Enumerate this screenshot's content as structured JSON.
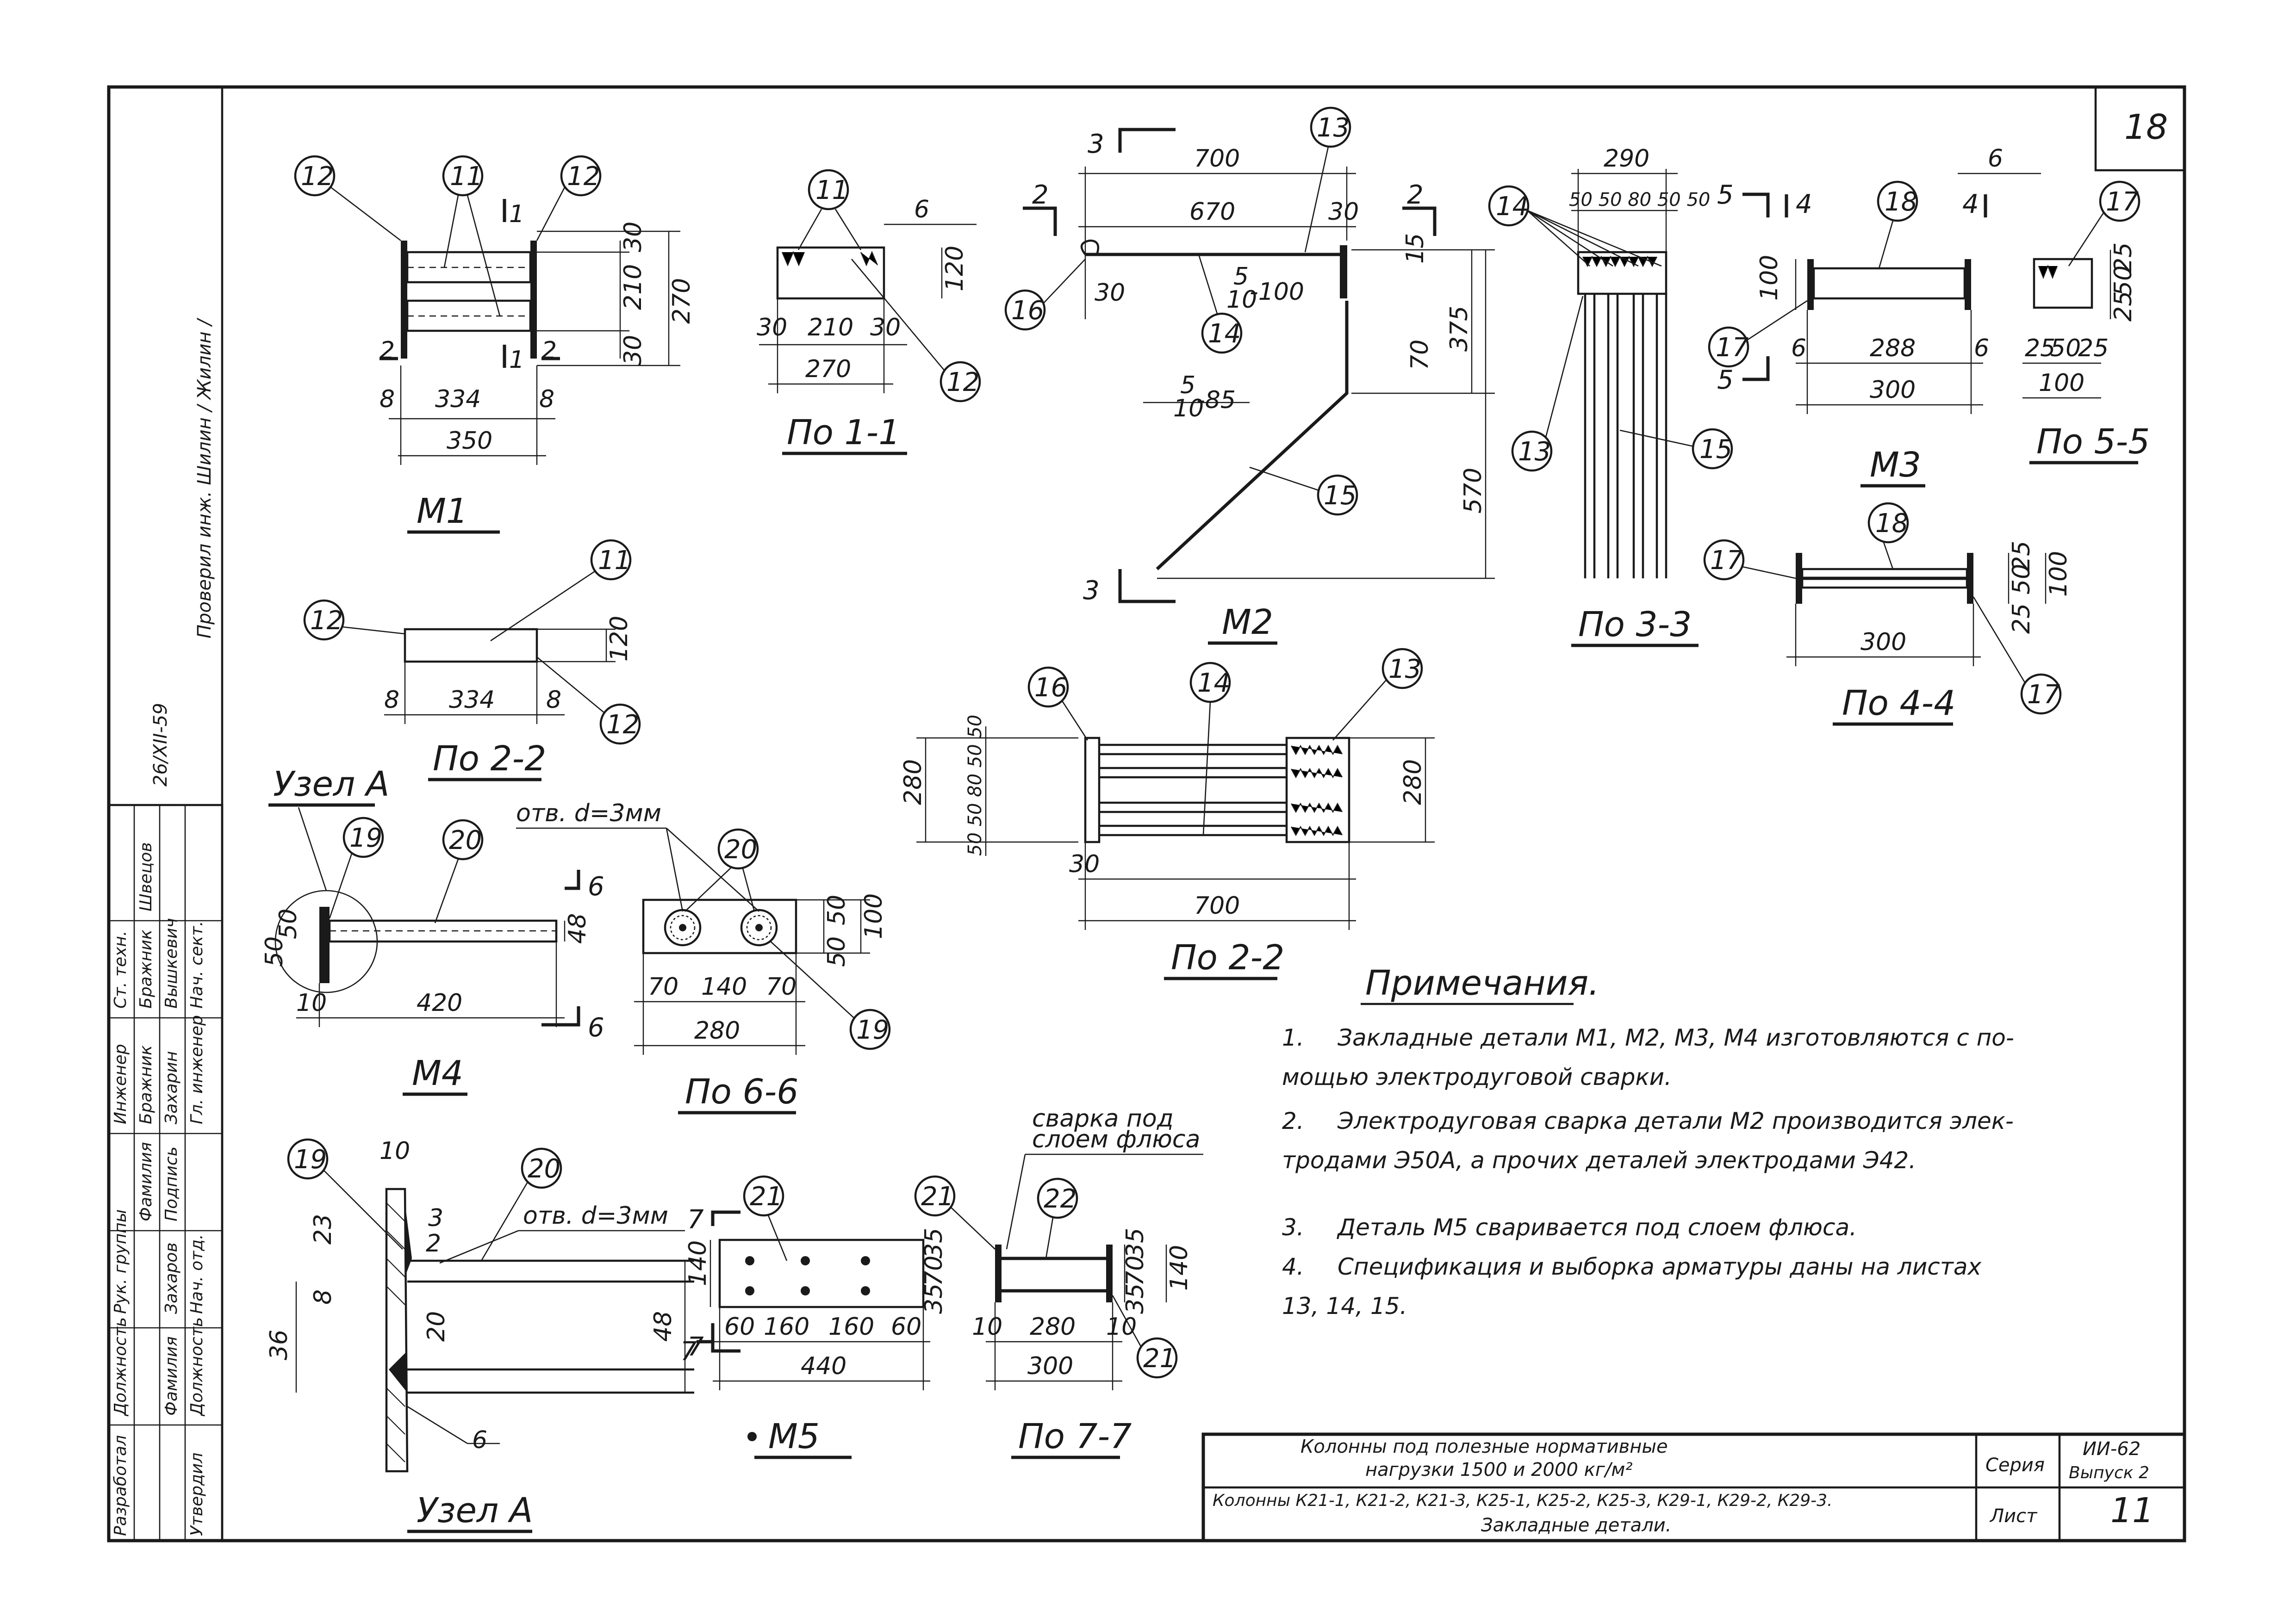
{
  "sheet": {
    "page_number": "18",
    "vertical_note": "Проверил инж. Шилин / Жилин /",
    "date_note": "26/XII-59"
  },
  "views": {
    "m1": {
      "title": "M1",
      "callouts": [
        "12",
        "11",
        "12"
      ],
      "section_marks": [
        "1",
        "1",
        "2",
        "2"
      ],
      "dims": {
        "top": "30",
        "mid": "210",
        "bot": "30",
        "total": "270",
        "left": "8",
        "center": "334",
        "right": "8",
        "overall": "350"
      }
    },
    "section_1_1": {
      "title": "По 1-1",
      "callouts": [
        "11",
        "12"
      ],
      "dims": {
        "six": "6",
        "height": "120",
        "left": "30",
        "mid": "210",
        "right": "30",
        "overall": "270"
      }
    },
    "section_2_2_m1": {
      "title": "По 2-2",
      "callouts": [
        "12",
        "11",
        "12"
      ],
      "dims": {
        "height": "120",
        "left": "8",
        "mid": "334",
        "right": "8"
      }
    },
    "m2": {
      "title": "M2",
      "callouts": [
        "13",
        "16",
        "14",
        "15"
      ],
      "section_marks": [
        "3",
        "3",
        "2",
        "2"
      ],
      "weld_a_top": "5",
      "weld_a_bot": "10",
      "weld_a_len": "-100",
      "weld_b_top": "5",
      "weld_b_bot": "10",
      "weld_b_len": "-85",
      "dims": {
        "overall": "700",
        "inner": "670",
        "end": "30",
        "left": "30",
        "d15": "15",
        "d70": "70",
        "d375": "375",
        "d570": "570"
      }
    },
    "section_3_3": {
      "title": "По 3-3",
      "callouts": [
        "14",
        "13",
        "15"
      ],
      "dims": {
        "overall": "290",
        "pitch": "50 50 80 50 50"
      }
    },
    "section_2_2_m2": {
      "title": "По 2-2",
      "callouts": [
        "16",
        "14",
        "13"
      ],
      "dims": {
        "left_a": "280",
        "stack": "50 50 80 50 50",
        "right": "280",
        "end": "30",
        "overall": "700"
      }
    },
    "m3": {
      "title": "M3",
      "callouts": [
        "18",
        "17"
      ],
      "section_marks": [
        "5",
        "4",
        "4",
        "5"
      ],
      "dims": {
        "height": "100",
        "left": "6",
        "mid": "288",
        "right": "6",
        "overall": "300"
      }
    },
    "section_5_5": {
      "title": "По 5-5",
      "callouts": [
        "17"
      ],
      "dims": {
        "six": "6",
        "a": "25",
        "b": "50",
        "c": "25",
        "overall": "100"
      }
    },
    "section_4_4": {
      "title": "По 4-4",
      "callouts": [
        "17",
        "18",
        "17"
      ],
      "dims": {
        "a": "25",
        "b": "50",
        "c": "25",
        "total": "100",
        "overall": "300"
      }
    },
    "m4": {
      "title": "M4",
      "node_label": "Узел А",
      "callouts": [
        "19",
        "20"
      ],
      "section_marks": [
        "6",
        "6"
      ],
      "dims": {
        "left": "50",
        "left2": "50",
        "height": "48",
        "end": "10",
        "overall": "420"
      }
    },
    "section_6_6": {
      "title": "По 6-6",
      "hole_note": "отв. d=3мм",
      "callouts": [
        "20",
        "19"
      ],
      "dims": {
        "a": "70",
        "b": "140",
        "c": "70",
        "overall": "280",
        "h1": "50",
        "h2": "50",
        "total": "100"
      }
    },
    "node_a": {
      "title": "Узел А",
      "callouts": [
        "19",
        "20"
      ],
      "hole_note": "отв. d=3мм",
      "section_mark": "7",
      "plate_label": "6",
      "dims": {
        "d10": "10",
        "d23": "23",
        "d3": "3",
        "d8": "8",
        "d20": "20",
        "d36": "36",
        "d48": "48",
        "d2": "2"
      }
    },
    "m5": {
      "title": "M5",
      "callouts": [
        "21"
      ],
      "section_mark": "7",
      "dims": {
        "a": "60",
        "b": "160",
        "c": "160",
        "d": "60",
        "overall": "440",
        "h": "140",
        "h1": "35",
        "h2": "70",
        "h3": "35"
      }
    },
    "section_7_7": {
      "title": "По 7-7",
      "weld_note_1": "сварка под",
      "weld_note_2": "слоем флюса",
      "callouts": [
        "21",
        "22",
        "21"
      ],
      "dims": {
        "left": "10",
        "mid": "280",
        "right": "10",
        "overall": "300",
        "h1": "35",
        "h2": "70",
        "h3": "35",
        "total": "140"
      }
    }
  },
  "notes": {
    "heading": "Примечания.",
    "items": [
      {
        "num": "1.",
        "line1": "Закладные детали M1, M2, M3, M4 изготовляются с по-",
        "line2": "мощью электродуговой сварки."
      },
      {
        "num": "2.",
        "line1": "Электродуговая сварка детали M2 производится элек-",
        "line2": "тродами Э50А, а прочих деталей электродами Э42."
      },
      {
        "num": "3.",
        "line1": "Деталь M5 сваривается под слоем флюса.",
        "line2": ""
      },
      {
        "num": "4.",
        "line1": "Спецификация и выборка арматуры даны на листах",
        "line2": "13, 14, 15."
      }
    ]
  },
  "stamp": {
    "title_1": "Колонны под полезные нормативные",
    "title_2": "нагрузки 1500 и 2000 кг/м²",
    "subtitle": "Колонны К21-1, К21-2, К21-3, К25-1, К25-2, К25-3, К29-1, К29-2, К29-3.",
    "drawing_name": "Закладные детали.",
    "series_label": "Серия",
    "series_value": "ИИ-62",
    "issue": "Выпуск 2",
    "sheet_label": "Лист",
    "sheet_value": "11"
  },
  "side_table": {
    "rows_top": [
      "Разработал",
      "Должность",
      "Рук. группы",
      "Инженер",
      "Ст. техн."
    ],
    "rows_mid": [
      "Фамилия",
      "Бражник",
      "Бражник",
      "Швецов"
    ],
    "rows_sig": [
      "Подпись"
    ],
    "rows_bottom": [
      "Утвердил",
      "Должность",
      "Нач. отд.",
      "Гл. инженер",
      "Нач. сект."
    ],
    "rows_names": [
      "Фамилия",
      "Захаров",
      "Захарин",
      "Вышкевич"
    ]
  }
}
